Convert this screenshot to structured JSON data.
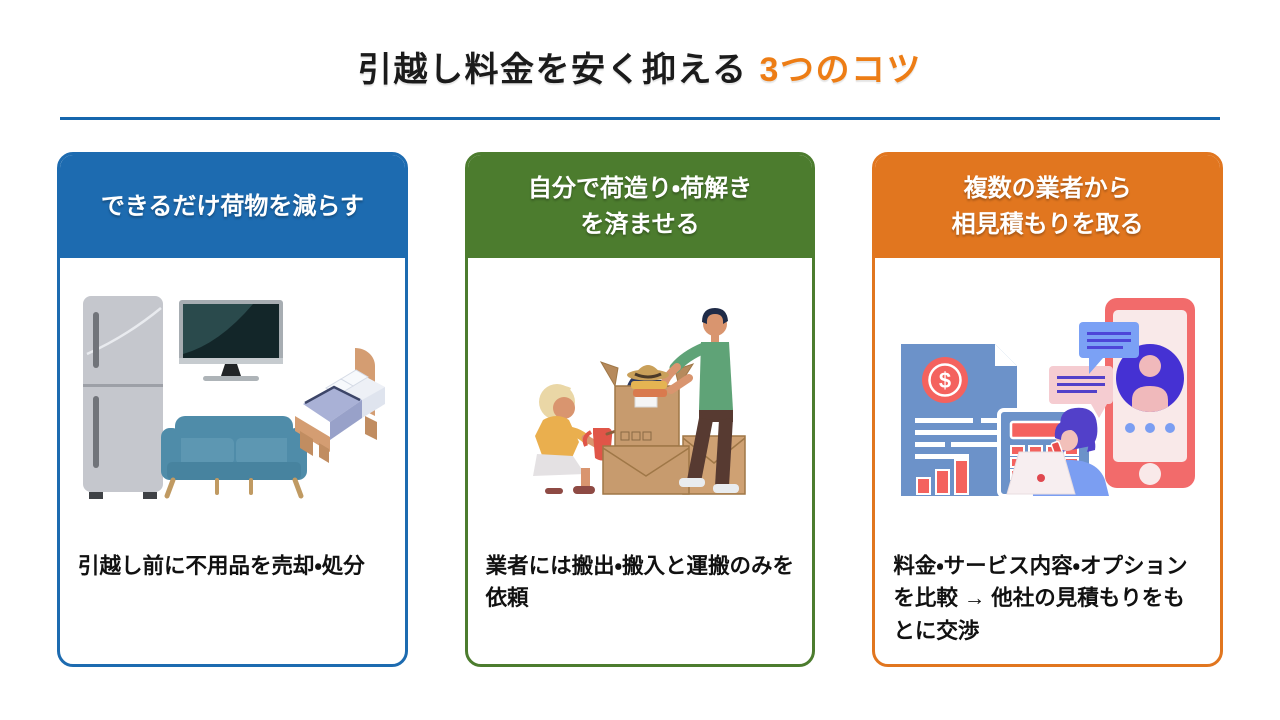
{
  "title": {
    "text": "引越し料金を安く抑える",
    "accent": "3つのコツ"
  },
  "colors": {
    "accent": "#ed7d15",
    "divider": "#1566ad"
  },
  "cards": [
    {
      "header": "できるだけ荷物を減らす",
      "color": "#1d6bb0",
      "illustration": "furniture-set",
      "description": "引越し前に不用品を売却・処分"
    },
    {
      "header": "自分で荷造り・荷解き\nを済ませる",
      "color": "#4c7c2e",
      "illustration": "couple-packing-boxes",
      "description": "業者には搬出・搬入と運搬のみを依頼"
    },
    {
      "header": "複数の業者から\n相見積もりを取る",
      "color": "#e1761f",
      "illustration": "estimate-comparison",
      "description": "料金・サービス内容・オプションを比較 → 他社の見積もりをもとに交渉"
    }
  ],
  "glyphs": {
    "dollar": "$"
  }
}
